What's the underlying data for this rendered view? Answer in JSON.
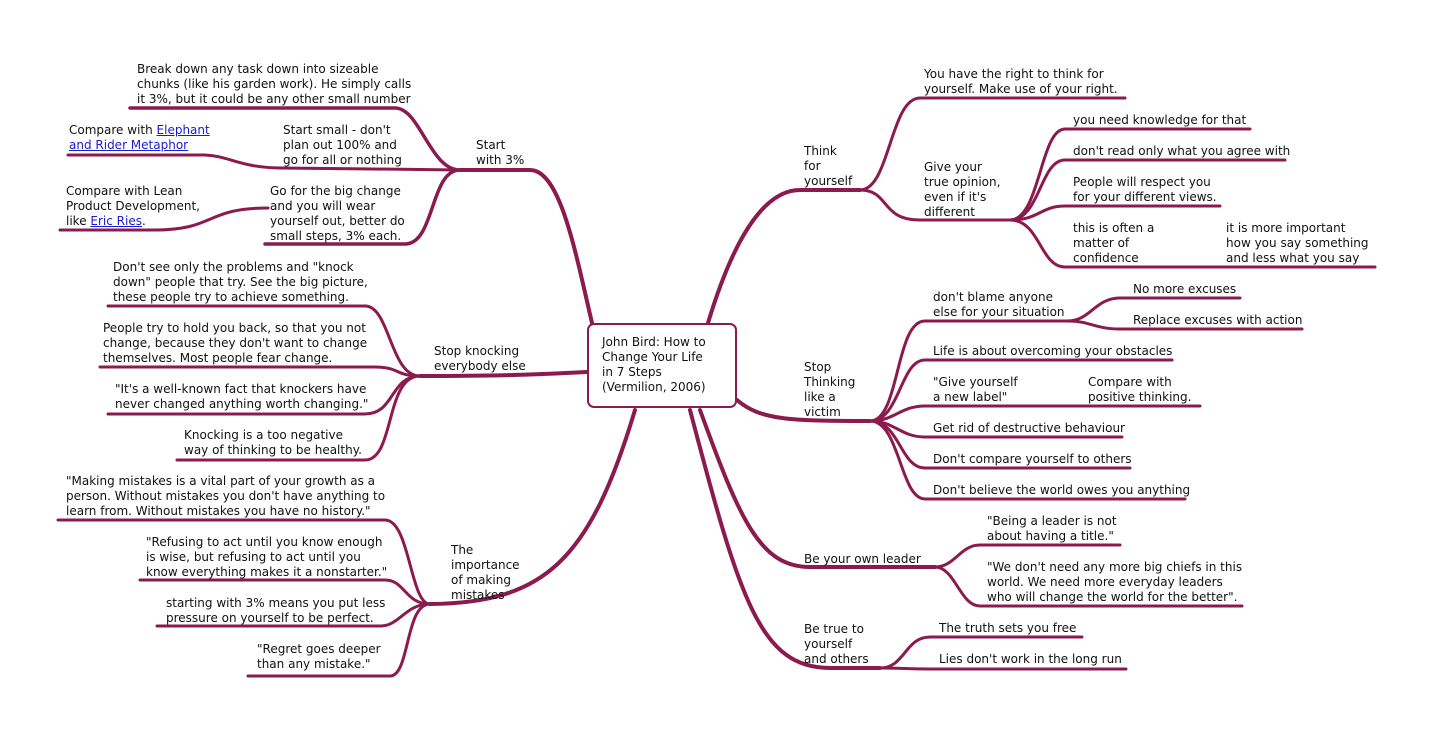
{
  "colors": {
    "branch": "#8b1b4e",
    "link": "#1a1ad0",
    "text": "#111111"
  },
  "center": {
    "title": "John Bird: How to\nChange Your Life\nin 7 Steps\n(Vermilion, 2006)"
  },
  "left": {
    "start3": {
      "label": "Start\nwith 3%",
      "break_down": "Break down any task down into sizeable\nchunks (like his garden work). He simply calls\nit 3%, but it could be any other small number",
      "start_small": "Start small - don't\nplan out 100% and\ngo for all or nothing",
      "compare_with": "Compare with ",
      "elephant_link": "Elephant\nand Rider Metaphor",
      "go_big": "Go for the big change\nand you will wear\nyourself out, better do\nsmall steps, 3% each.",
      "lean_prefix": "Compare with Lean\nProduct Development,\nlike ",
      "eric_link": "Eric Ries",
      "lean_suffix": "."
    },
    "knocking": {
      "label": "Stop knocking\neverybody else",
      "dont_see": "Don't see only the problems and \"knock\ndown\" people that try. See the big picture,\nthese people try to achieve something.",
      "hold_back": "People try to hold you back, so that you not\nchange, because they don't want to change\nthemselves. Most people fear change.",
      "well_known": "\"It's a well-known fact that knockers have\nnever changed anything worth changing.\"",
      "negative": "Knocking is a too negative\nway of thinking to be healthy."
    },
    "mistakes": {
      "label": "The\nimportance\nof making\nmistakes",
      "vital": "\"Making mistakes is a vital part of your growth as a\nperson. Without mistakes you don't have anything to\nlearn from. Without mistakes you have no history.\"",
      "refusing": "\"Refusing to act until you know enough\nis wise, but refusing to act until you\nknow everything makes it a nonstarter.\"",
      "pressure": "starting with 3% means you put less\npressure on yourself to be perfect.",
      "regret": "\"Regret goes deeper\nthan any mistake.\""
    }
  },
  "right": {
    "think": {
      "label": "Think\nfor\nyourself",
      "right_to_think": "You have the right to think for\nyourself. Make use of your right.",
      "opinion": "Give your\ntrue opinion,\neven if it's\ndifferent",
      "knowledge": "you need knowledge for that",
      "dont_read": "don't read only what you agree with",
      "respect": "People will respect you\nfor your different views.",
      "confidence": "this is often a\nmatter of\nconfidence",
      "how_say": "it is more important\nhow you say something\nand less what you say"
    },
    "victim": {
      "label": "Stop\nThinking\nlike a\nvictim",
      "dont_blame": "don't blame anyone\nelse for your situation",
      "no_excuses": "No more excuses",
      "replace": "Replace excuses with action",
      "overcoming": "Life is about overcoming your obstacles",
      "new_label": "\"Give yourself\na new label\"",
      "positive": "Compare with\npositive thinking.",
      "destructive": "Get rid of destructive behaviour",
      "compare_others": "Don't compare yourself to others",
      "owes": "Don't believe the world owes you anything"
    },
    "leader": {
      "label": "Be your own leader",
      "title": "\"Being a leader is not\nabout having a title.\"",
      "chiefs": "\"We don't need any more big chiefs in this\nworld. We need more everyday leaders\nwho will change the world for the better\"."
    },
    "true": {
      "label": "Be true to\nyourself\nand others",
      "truth": "The truth sets you free",
      "lies": "Lies don't work in the long run"
    }
  }
}
